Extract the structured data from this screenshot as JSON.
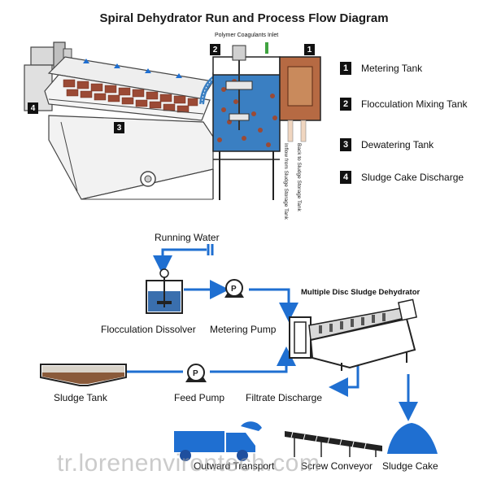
{
  "title": "Spiral Dehydrator Run and Process Flow Diagram",
  "top": {
    "inlet_label": "Polymer Coagulants Inlet",
    "tags": [
      "2",
      "1",
      "4",
      "3"
    ],
    "side_text_1": "Back to Sludge Storage Tank",
    "side_text_2": "Inflow from Sludge Storage Tank"
  },
  "legend": [
    {
      "num": "1",
      "label": "Metering Tank"
    },
    {
      "num": "2",
      "label": "Flocculation Mixing Tank"
    },
    {
      "num": "3",
      "label": "Dewatering Tank"
    },
    {
      "num": "4",
      "label": "Sludge Cake Discharge"
    }
  ],
  "flow": {
    "running_water": "Running Water",
    "flocculation_dissolver": "Flocculation  Dissolver",
    "metering_pump": "Metering Pump",
    "dehydrator": "Multiple Disc Sludge Dehydrator",
    "sludge_tank": "Sludge Tank",
    "feed_pump": "Feed Pump",
    "filtrate_discharge": "Filtrate Discharge",
    "outward_transport": "Outward Transport",
    "screw_conveyor": "Screw Conveyor",
    "sludge_cake": "Sludge Cake",
    "pump_symbol": "P"
  },
  "watermark": "tr.lorenenvirontech.com",
  "colors": {
    "flow_blue": "#1f6fd1",
    "tank_blue": "#3a7fc2",
    "sludge_brown": "#9b4a35",
    "machine_gray": "#c8c8c8"
  }
}
